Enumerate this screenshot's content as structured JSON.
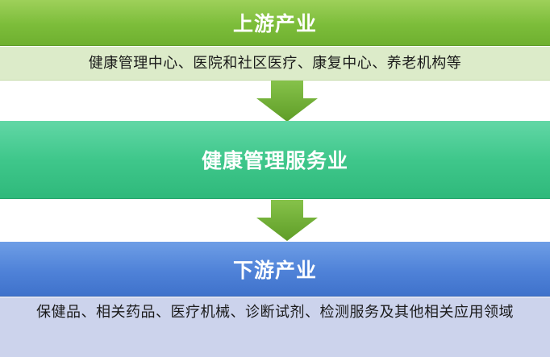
{
  "upstream": {
    "title": "上游产业",
    "detail": "健康管理中心、医院和社区医疗、康复中心、养老机构等"
  },
  "midstream": {
    "title": "健康管理服务业"
  },
  "downstream": {
    "title": "下游产业",
    "detail": "保健品、相关药品、医疗机械、诊断试剂、检测服务及其他相关应用领域"
  },
  "colors": {
    "upstream": "#7cbd3a",
    "upstream_light": "#dcebc9",
    "midstream": "#3fc78b",
    "downstream": "#4f82d8",
    "downstream_light": "#ccd3ec",
    "arrow": "#6aa92e"
  },
  "icons": {
    "arrow_1": "down-arrow-icon",
    "arrow_2": "down-arrow-icon"
  }
}
